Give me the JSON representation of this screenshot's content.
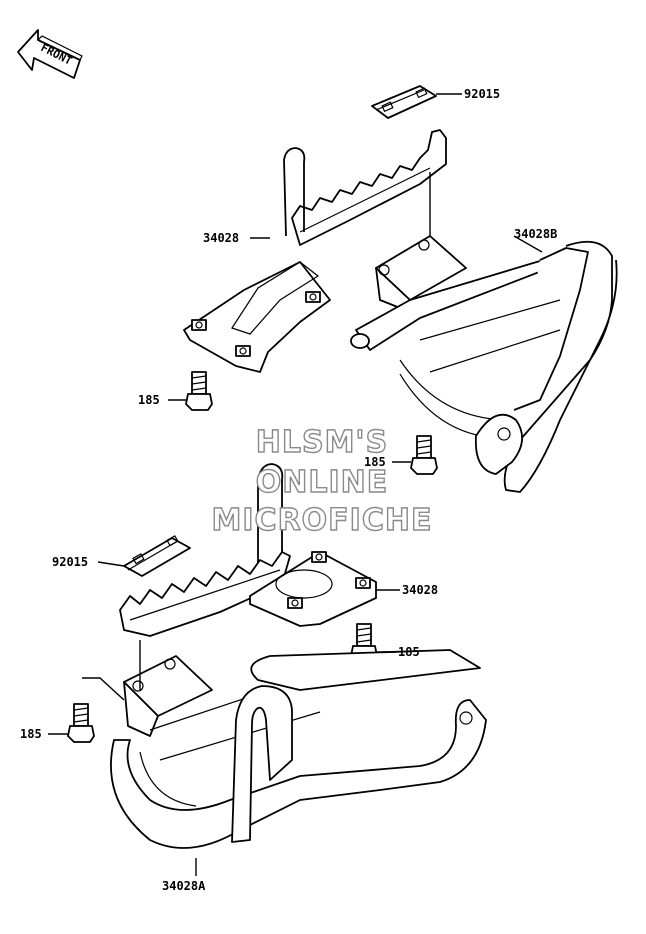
{
  "front_arrow": {
    "text": "FRONT"
  },
  "watermark": [
    "HLSM'S",
    "ONLINE",
    "MICROFICHE"
  ],
  "callouts": {
    "top_plate": "92015",
    "top_step": "34028",
    "top_guard": "34028B",
    "top_bolt_left": "185",
    "top_bolt_right": "185",
    "lower_plate": "92015",
    "lower_step": "34028",
    "lower_bolt_mid": "185",
    "lower_bolt_left": "185",
    "lower_guard": "34028A"
  },
  "colors": {
    "ink": "#000000",
    "paper": "#ffffff",
    "watermark_outline": "#8a8a8a"
  }
}
